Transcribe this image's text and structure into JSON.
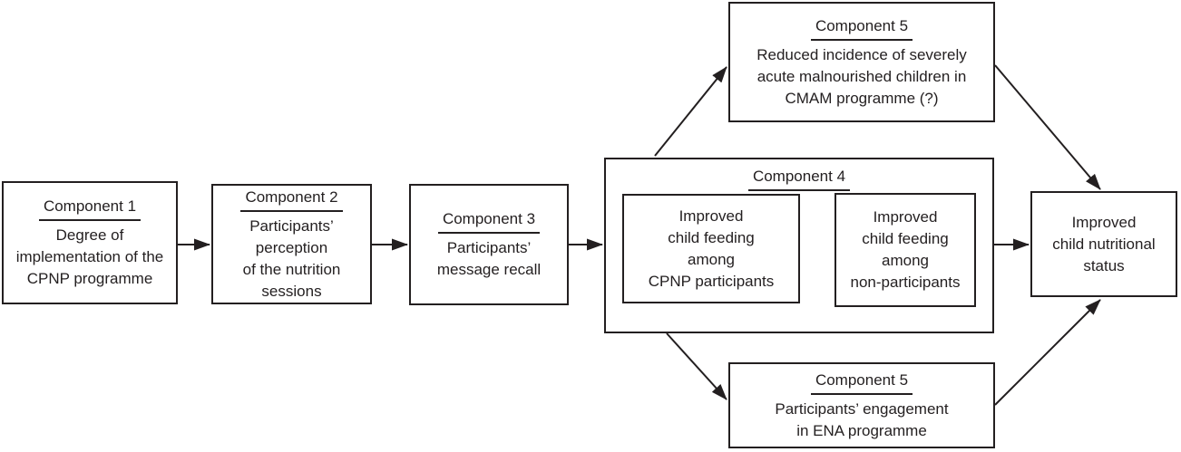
{
  "colors": {
    "ink": "#231f20",
    "background": "#ffffff"
  },
  "diagram": {
    "component1": {
      "title": "Component 1",
      "body": "Degree of\nimplementation of the\nCPNP programme"
    },
    "component2": {
      "title": "Component 2",
      "body": "Participants’\nperception\nof the nutrition\nsessions"
    },
    "component3": {
      "title": "Component 3",
      "body": "Participants’\nmessage recall"
    },
    "component4": {
      "title": "Component 4",
      "left_box": "Improved\nchild feeding\namong\nCPNP participants",
      "right_box": "Improved\nchild feeding\namong\nnon-participants"
    },
    "component5_top": {
      "title": "Component 5",
      "body": "Reduced incidence of severely\nacute malnourished children in\nCMAM programme (?)"
    },
    "component5_bottom": {
      "title": "Component 5",
      "body": "Participants’ engagement\nin ENA programme"
    },
    "outcome": {
      "body": "Improved\nchild nutritional\nstatus"
    }
  }
}
